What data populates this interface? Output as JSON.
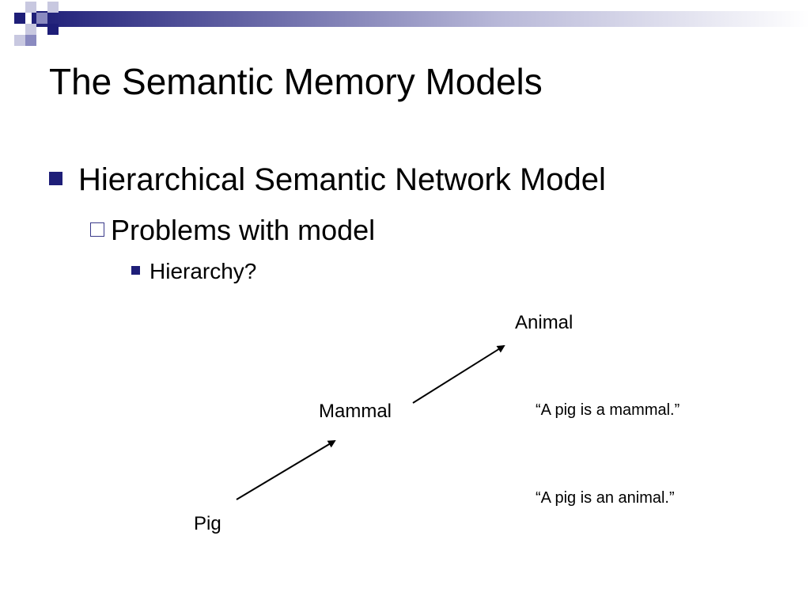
{
  "slide": {
    "title": "The Semantic Memory Models",
    "bullets": {
      "level1": "Hierarchical Semantic Network Model",
      "level2": "Problems with model",
      "level3": "Hierarchy?"
    }
  },
  "diagram": {
    "nodes": {
      "animal": "Animal",
      "mammal": "Mammal",
      "pig": "Pig"
    },
    "statements": {
      "pig_mammal": "“A pig is a mammal.”",
      "pig_animal": "“A pig is an animal.”"
    }
  },
  "colors": {
    "accent": "#1e1e78",
    "accent_light": "#8a8ac0",
    "accent_pale": "#c8c8e0"
  }
}
